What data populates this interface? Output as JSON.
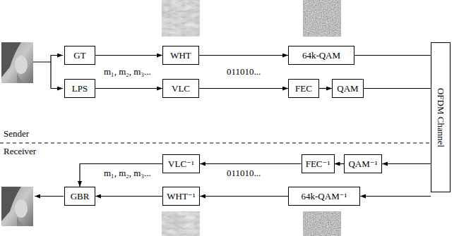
{
  "diagram": {
    "nodes": [
      {
        "text": [
          "GT"
        ]
      },
      {
        "text": [
          "WHT"
        ]
      },
      {
        "text": [
          "64k-QAM"
        ]
      },
      {
        "text": [
          "LPS"
        ]
      },
      {
        "text": [
          "VLC"
        ]
      },
      {
        "text": [
          "FEC"
        ]
      },
      {
        "text": [
          "QAM"
        ]
      },
      {
        "text": [
          "OFDM Channel"
        ]
      },
      {
        "text": [
          "VLC⁻¹"
        ]
      },
      {
        "text": [
          "FEC⁻¹"
        ]
      },
      {
        "text": [
          "QAM⁻¹"
        ]
      },
      {
        "text": [
          "GBR"
        ]
      },
      {
        "text": [
          "WHT⁻¹"
        ]
      },
      {
        "text": [
          "64k-QAM⁻¹"
        ]
      }
    ],
    "edges": [
      {
        "from": 0,
        "to": 1,
        "arrow": "to"
      },
      {
        "from": 1,
        "to": 2,
        "arrow": "to"
      },
      {
        "from": 2,
        "to": 7,
        "arrow": "none"
      },
      {
        "from": 3,
        "to": 4,
        "arrow": "to"
      },
      {
        "from": 4,
        "to": 5,
        "arrow": "to"
      },
      {
        "from": 5,
        "to": 6,
        "arrow": "to"
      },
      {
        "from": 6,
        "to": 7,
        "arrow": "none"
      },
      {
        "from": 7,
        "to": 10,
        "arrow": "to"
      },
      {
        "from": 10,
        "to": 9,
        "arrow": "to"
      },
      {
        "from": 9,
        "to": 8,
        "arrow": "to"
      },
      {
        "from": 8,
        "to": 11,
        "arrow": "to"
      },
      {
        "from": 7,
        "to": 13,
        "arrow": "to"
      },
      {
        "from": 13,
        "to": 12,
        "arrow": "to"
      },
      {
        "from": 12,
        "to": 11,
        "arrow": "to"
      }
    ],
    "labels": [
      "m₁, m₂, m₃...",
      "011010...",
      "Sender",
      "Receiver",
      "m₁, m₂, m₃...",
      "011010..."
    ]
  }
}
